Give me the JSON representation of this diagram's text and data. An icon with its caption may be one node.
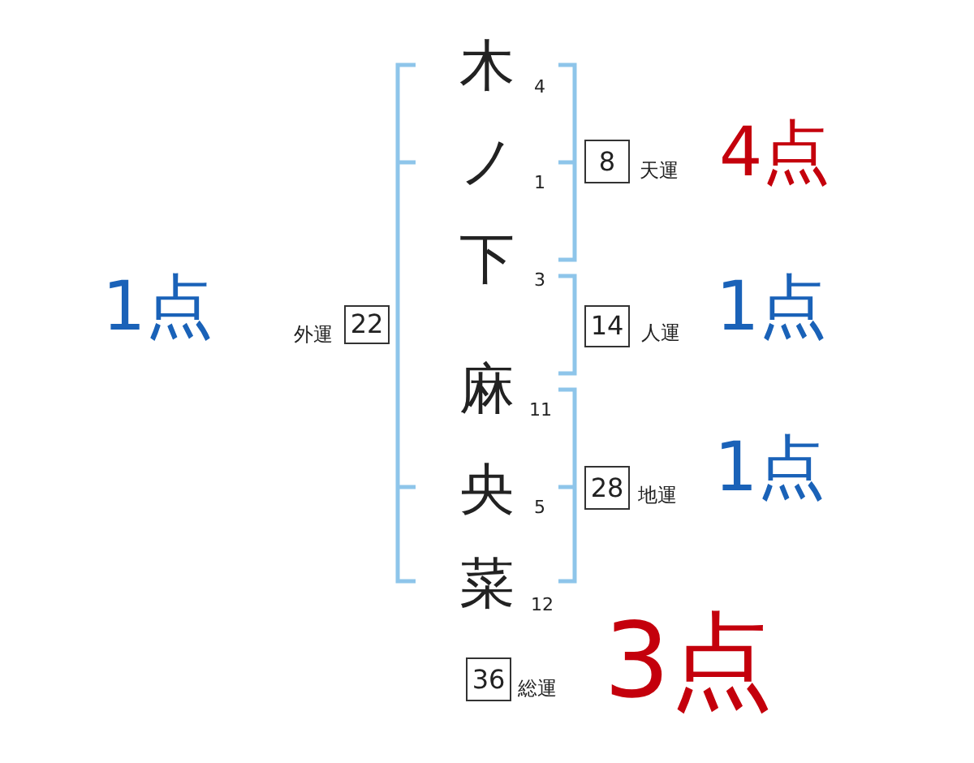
{
  "diagram": {
    "nodes": [
      {
        "text": [
          "8"
        ],
        "beside": [
          "天運",
          "4点"
        ]
      },
      {
        "text": [
          "22"
        ],
        "beside": [
          "外運",
          "1点"
        ]
      },
      {
        "text": [
          "14"
        ],
        "beside": [
          "人運",
          "1点"
        ]
      },
      {
        "text": [
          "28"
        ],
        "beside": [
          "地運",
          "1点"
        ]
      },
      {
        "text": [
          "36"
        ],
        "beside": [
          "総運",
          "3点"
        ]
      }
    ],
    "labels": [
      "木",
      "4",
      "ノ",
      "1",
      "下",
      "3",
      "麻",
      "11",
      "央",
      "5",
      "菜",
      "12"
    ]
  }
}
